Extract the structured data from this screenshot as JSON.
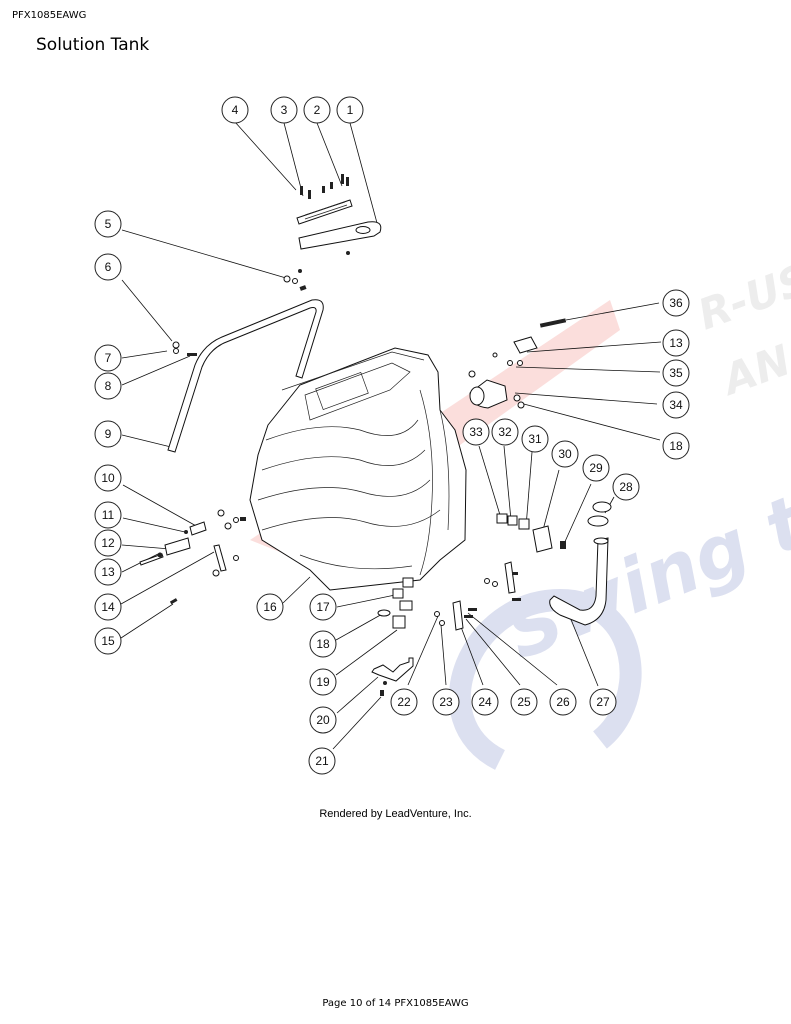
{
  "header": {
    "model": "PFX1085EAWG",
    "title": "Solution Tank"
  },
  "watermark": {
    "lines": [
      "R-US",
      "AN",
      "Swing to"
    ],
    "colors": {
      "red": "#e8453c",
      "gray": "#9a9a9a",
      "blue": "#3c4fa8"
    }
  },
  "callouts": [
    {
      "label": "1"
    },
    {
      "label": "2"
    },
    {
      "label": "3"
    },
    {
      "label": "4"
    },
    {
      "label": "5"
    },
    {
      "label": "6"
    },
    {
      "label": "7"
    },
    {
      "label": "8"
    },
    {
      "label": "9"
    },
    {
      "label": "10"
    },
    {
      "label": "11"
    },
    {
      "label": "12"
    },
    {
      "label": "13"
    },
    {
      "label": "14"
    },
    {
      "label": "15"
    },
    {
      "label": "16"
    },
    {
      "label": "17"
    },
    {
      "label": "18"
    },
    {
      "label": "19"
    },
    {
      "label": "20"
    },
    {
      "label": "21"
    },
    {
      "label": "22"
    },
    {
      "label": "23"
    },
    {
      "label": "24"
    },
    {
      "label": "25"
    },
    {
      "label": "26"
    },
    {
      "label": "27"
    },
    {
      "label": "28"
    },
    {
      "label": "29"
    },
    {
      "label": "30"
    },
    {
      "label": "31"
    },
    {
      "label": "32"
    },
    {
      "label": "33"
    },
    {
      "label": "34"
    },
    {
      "label": "35"
    },
    {
      "label": "36"
    },
    {
      "label": "13"
    },
    {
      "label": "18"
    }
  ],
  "footer": {
    "render_credit": "Rendered by LeadVenture, Inc.",
    "page_info": "Page 10 of 14 PFX1085EAWG"
  }
}
